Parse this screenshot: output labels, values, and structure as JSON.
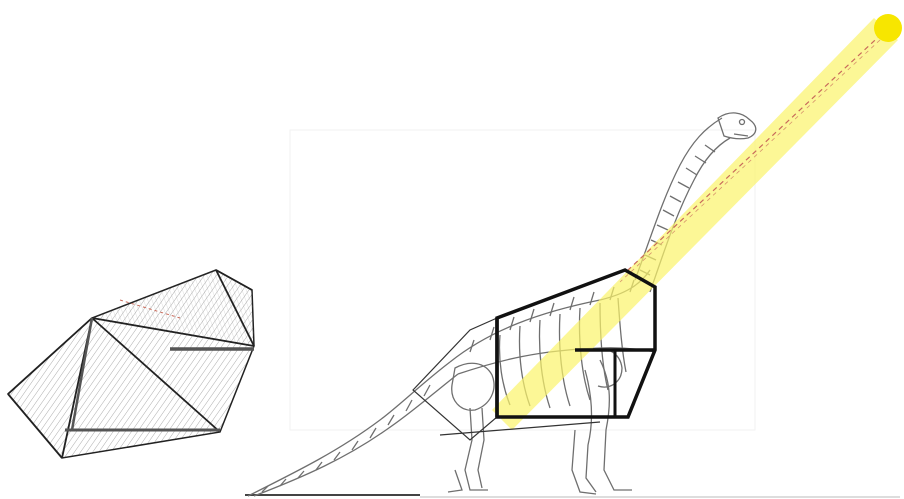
{
  "diagram": {
    "colors": {
      "background": "#ffffff",
      "sun": "#f7e600",
      "beam": "#fbf46a",
      "ray": "#c86a5a",
      "skeleton": "#6f6f6f",
      "outline": "#111111",
      "hatch": "#8a8a8a",
      "ground": "#444444"
    },
    "elements": [
      "folded-sheet-model",
      "dinosaur-skeleton",
      "projected-sheet-outline",
      "sun",
      "sunlight-beam"
    ]
  }
}
